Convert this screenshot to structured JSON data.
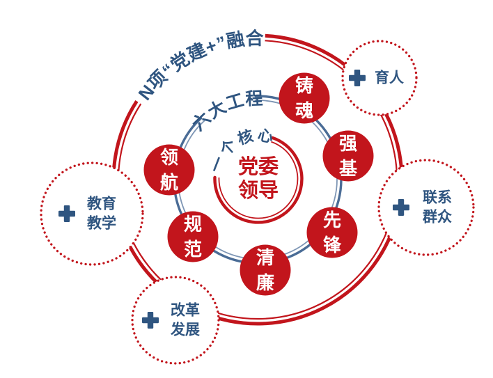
{
  "colors": {
    "red": "#C2151C",
    "blue": "#2F5580",
    "ring_blue": "#4A6C96",
    "ring_blue_light": "#7E96B5"
  },
  "rings": {
    "outer_label": "N项“党建+”融合",
    "middle_label": "六大工程",
    "core_label": "一个核心"
  },
  "center": {
    "lines": [
      "党委",
      "领导"
    ]
  },
  "projects": [
    {
      "chars": [
        "铸",
        "魂"
      ]
    },
    {
      "chars": [
        "强",
        "基"
      ]
    },
    {
      "chars": [
        "先",
        "锋"
      ]
    },
    {
      "chars": [
        "清",
        "廉"
      ]
    },
    {
      "chars": [
        "规",
        "范"
      ]
    },
    {
      "chars": [
        "领",
        "航"
      ]
    }
  ],
  "fusion_items": [
    {
      "icon": "plus-icon",
      "lines": [
        "育人"
      ]
    },
    {
      "icon": "plus-icon",
      "lines": [
        "联系",
        "群众"
      ]
    },
    {
      "icon": "plus-icon",
      "lines": [
        "改革",
        "发展"
      ]
    },
    {
      "icon": "plus-icon",
      "lines": [
        "教育",
        "教学"
      ]
    }
  ]
}
